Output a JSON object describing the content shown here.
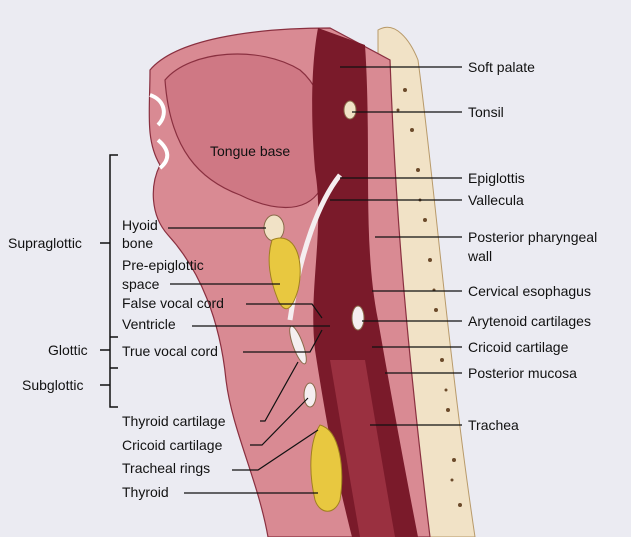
{
  "diagram": {
    "center_label": "Tongue base",
    "right_labels": {
      "soft_palate": "Soft palate",
      "tonsil": "Tonsil",
      "epiglottis": "Epiglottis",
      "vallecula": "Vallecula",
      "posterior_pharyngeal_wall_1": "Posterior pharyngeal",
      "posterior_pharyngeal_wall_2": "wall",
      "cervical_esophagus": "Cervical esophagus",
      "arytenoid": "Arytenoid cartilages",
      "cricoid_right": "Cricoid cartilage",
      "posterior_mucosa": "Posterior mucosa",
      "trachea": "Trachea"
    },
    "left_labels": {
      "hyoid_1": "Hyoid",
      "hyoid_2": "bone",
      "pre_epiglottic_1": "Pre-epiglottic",
      "pre_epiglottic_2": "space",
      "false_vocal_cord": "False vocal cord",
      "ventricle": "Ventricle",
      "true_vocal_cord": "True vocal cord",
      "thyroid_cartilage": "Thyroid cartilage",
      "cricoid_left": "Cricoid cartilage",
      "tracheal_rings": "Tracheal rings",
      "thyroid": "Thyroid"
    },
    "regions": {
      "supraglottic": "Supraglottic",
      "glottic": "Glottic",
      "subglottic": "Subglottic"
    }
  },
  "colors": {
    "background": "#ebebf2",
    "tissue": "#d98a93",
    "tongue": "#cf7884",
    "airway": "#7a1a2a",
    "spine": "#f1e2c6",
    "fat": "#e8c840"
  }
}
